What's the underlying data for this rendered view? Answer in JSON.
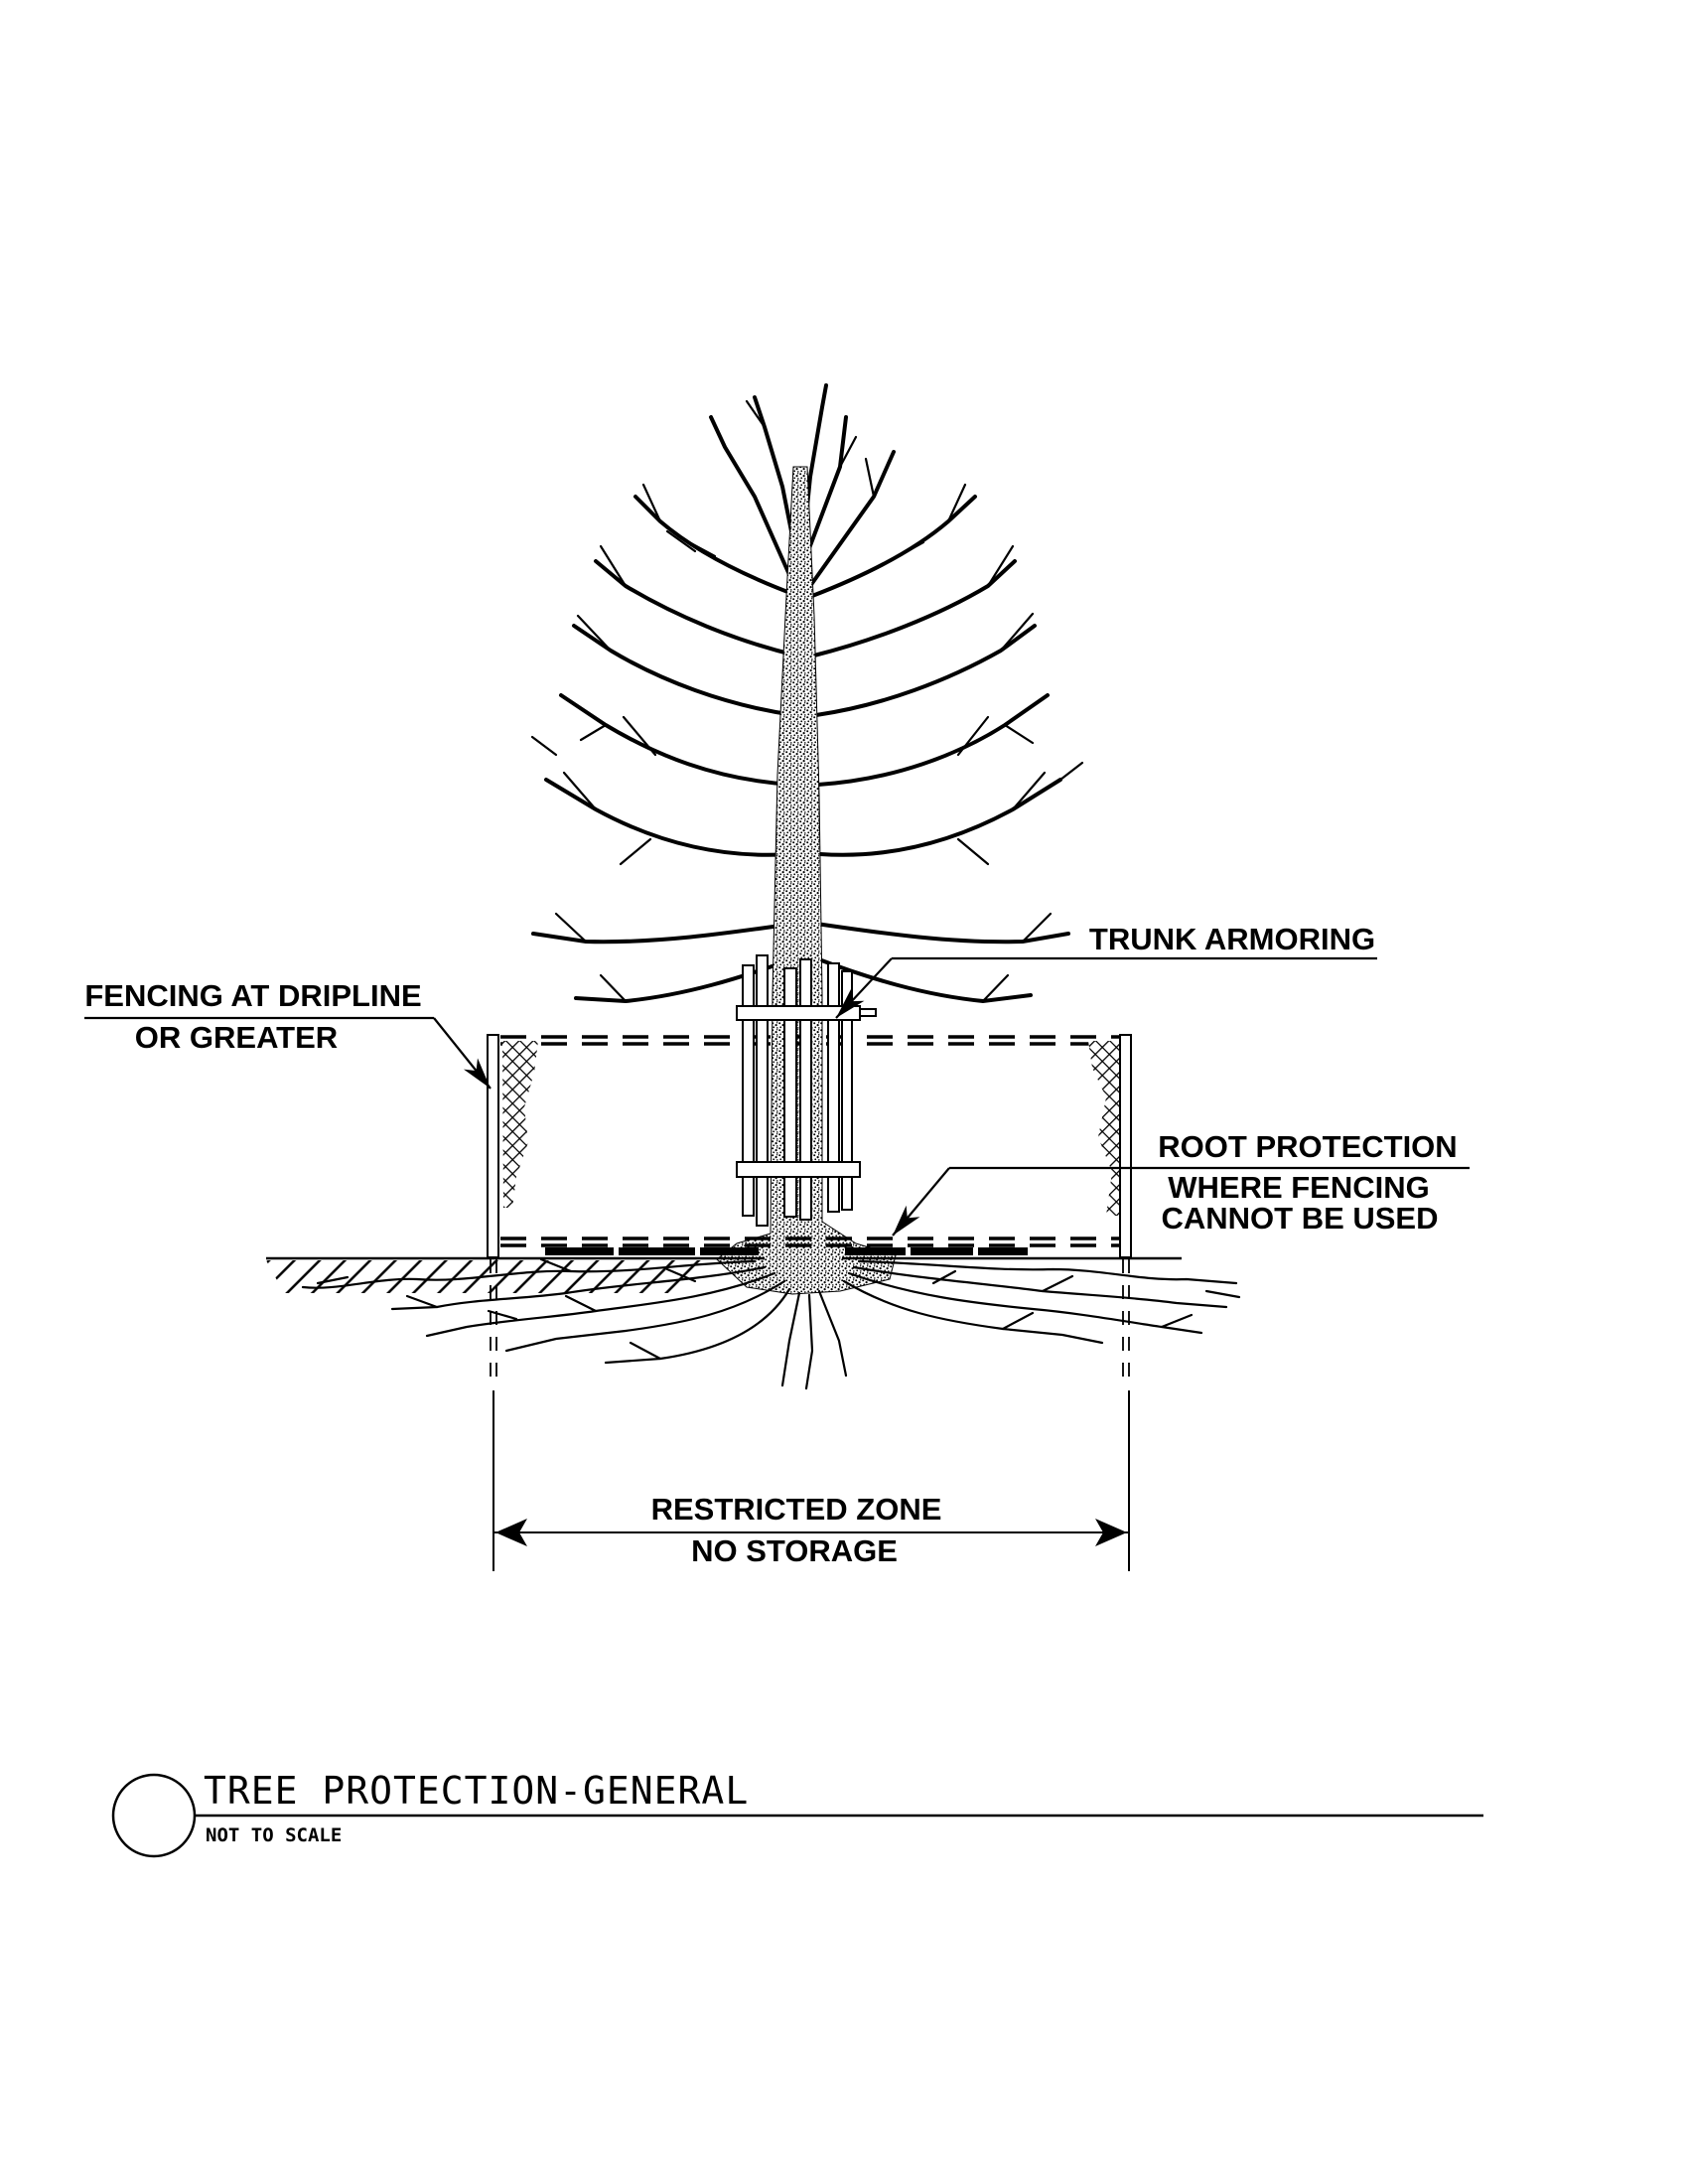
{
  "page": {
    "background": "#ffffff",
    "ink_color": "#000000"
  },
  "annotations": {
    "fencing_label_line1": "FENCING AT DRIPLINE",
    "fencing_label_line2": "OR GREATER",
    "trunk_armoring_label": "TRUNK ARMORING",
    "root_protection_line1": "ROOT PROTECTION",
    "root_protection_line2": "WHERE FENCING",
    "root_protection_line3": "CANNOT BE USED",
    "restricted_zone_line1": "RESTRICTED ZONE",
    "restricted_zone_line2": "NO STORAGE"
  },
  "title_block": {
    "detail_title": "TREE PROTECTION-GENERAL",
    "scale_note": "NOT TO SCALE"
  }
}
